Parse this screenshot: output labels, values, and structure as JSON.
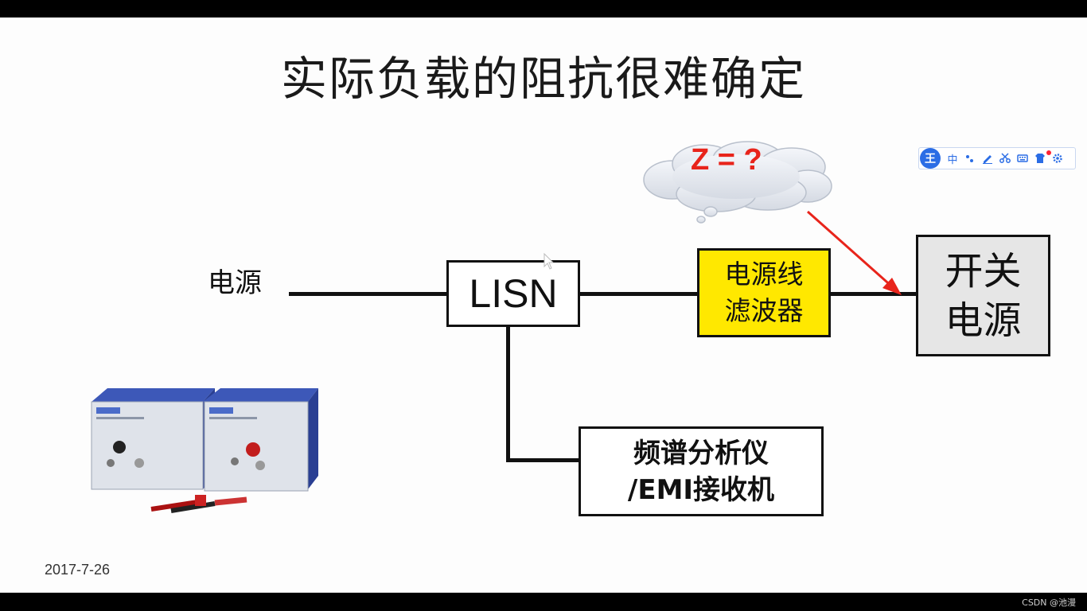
{
  "slide": {
    "title": "实际负载的阻抗很难确定",
    "power_source_label": "电源",
    "lisn_label": "LISN",
    "filter_label": "电源线\n滤波器",
    "smps_label": "开关\n电源",
    "analyzer_label": "频谱分析仪\n/EMI接收机",
    "cloud_text": "Z = ?",
    "date": "2017-7-26",
    "accent_colors": {
      "filter_fill": "#ffe800",
      "arrow": "#e8241b",
      "smps_fill": "#e6e6e6"
    }
  },
  "ime_toolbar": {
    "logo": "王",
    "mode": "中",
    "icons": [
      "punctuation-icon",
      "handwriting-icon",
      "scissors-icon",
      "keyboard-icon",
      "skin-icon",
      "settings-icon"
    ]
  },
  "footer": {
    "watermark": "CSDN @池漫"
  }
}
